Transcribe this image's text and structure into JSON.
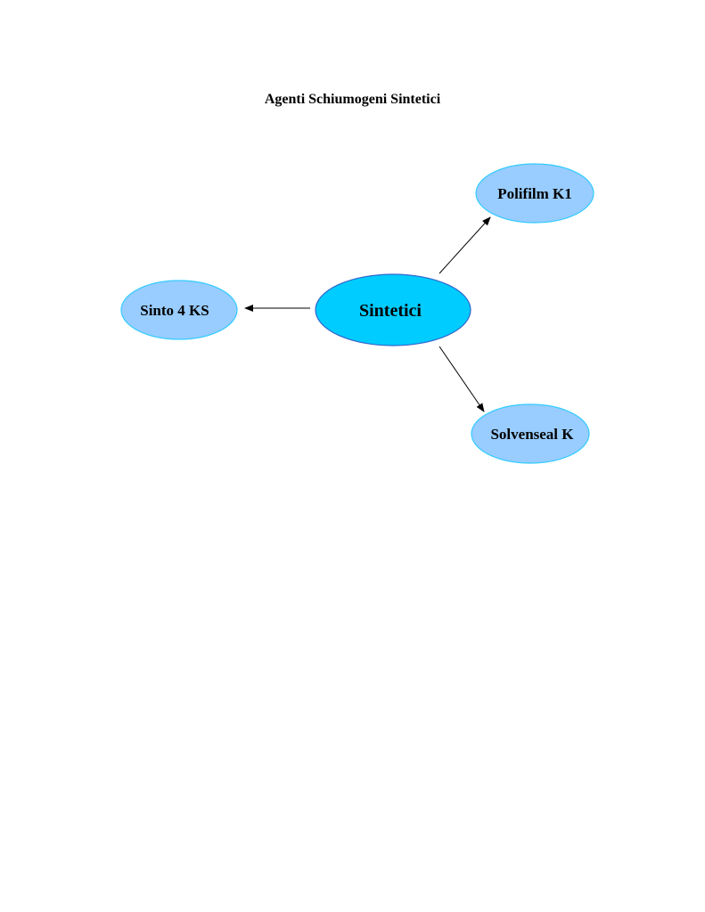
{
  "title": "Agenti Schiumogeni Sintetici",
  "nodes": {
    "center": {
      "label": "Sintetici"
    },
    "top_right": {
      "label": "Polifilm K1"
    },
    "left": {
      "label": "Sinto 4 KS"
    },
    "bottom_right": {
      "label": "Solvenseal K"
    }
  },
  "edges": [
    {
      "from": "center",
      "to": "top_right"
    },
    {
      "from": "center",
      "to": "left"
    },
    {
      "from": "center",
      "to": "bottom_right"
    }
  ],
  "colors": {
    "center_fill": "#00ccff",
    "center_stroke": "#3366cc",
    "leaf_fill": "#99ccff",
    "leaf_stroke": "#33ccff",
    "arrow": "#000000"
  }
}
